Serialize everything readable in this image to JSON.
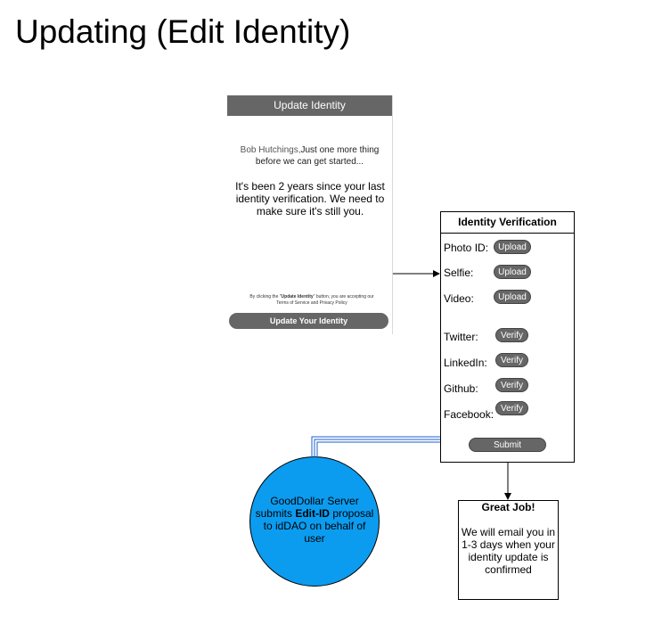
{
  "title": "Updating (Edit Identity)",
  "phone": {
    "header": "Update Identity",
    "greeting_name": "Bob Hutchings,",
    "greeting_line1": "Just one more thing",
    "greeting_line2": "before we can get started...",
    "message": "It's been 2 years since your last identity verification. We need to make sure it's still you.",
    "terms_line1_a": "By clicking the \"",
    "terms_line1_b": "Update Identity",
    "terms_line1_c": "\" button, you are accepting our",
    "terms_line2": "Terms of Service and Privacy Policy",
    "cta": "Update Your Identity"
  },
  "verification": {
    "title": "Identity Verification",
    "items": [
      {
        "label": "Photo ID:",
        "action": "Upload"
      },
      {
        "label": "Selfie:",
        "action": "Upload"
      },
      {
        "label": "Video:",
        "action": "Upload"
      },
      {
        "label": "Twitter:",
        "action": "Verify"
      },
      {
        "label": "LinkedIn:",
        "action": "Verify"
      },
      {
        "label": "Github:",
        "action": "Verify"
      },
      {
        "label": "Facebook:",
        "action": "Verify"
      }
    ],
    "submit": "Submit"
  },
  "server": {
    "line1": "GoodDollar Server",
    "line2_a": "submits ",
    "line2_b": "Edit-ID",
    "line2_c": " proposal",
    "line3": "to idDAO on behalf of",
    "line4": "user"
  },
  "result": {
    "title": "Great Job!",
    "body": "We will email you in 1-3 days when your identity update is confirmed"
  },
  "colors": {
    "circle_fill": "#0b9cf0",
    "gray_button": "#666666",
    "connector": "#1a5fd0"
  }
}
